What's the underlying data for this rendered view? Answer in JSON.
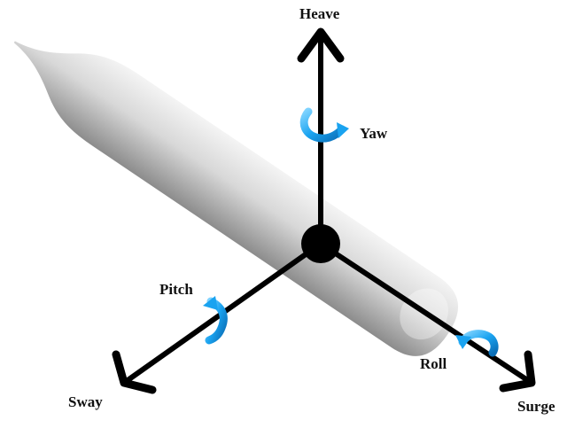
{
  "colors": {
    "background": "#ffffff",
    "axis": "#000000",
    "rotation_arrow": "#1aa3f0",
    "rotation_arrow_dark": "#0a6fb8",
    "hull_light": "#f4f4f4",
    "hull_dark": "#8c8c8c"
  },
  "labels": {
    "heave": "Heave",
    "yaw": "Yaw",
    "pitch": "Pitch",
    "roll": "Roll",
    "sway": "Sway",
    "surge": "Surge"
  },
  "icons": {
    "origin": "filled-circle",
    "axis_heads": "arrowhead",
    "rotations": "curved-arrow"
  }
}
